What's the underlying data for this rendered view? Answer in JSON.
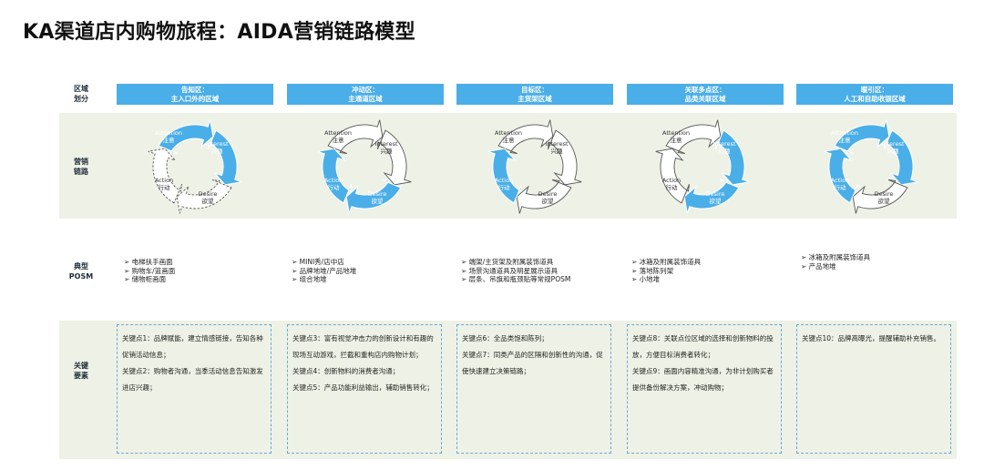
{
  "title": "KA渠道店内购物旅程：AIDA营销链路模型",
  "row_labels": {
    "zone": [
      "区域",
      "划分"
    ],
    "cycle": [
      "营销",
      "链路"
    ],
    "posm": [
      "典型",
      "POSM"
    ],
    "key": [
      "关键",
      "要素"
    ]
  },
  "colors": {
    "accent": "#4aaee8",
    "band": "#eef2e6",
    "border": "#6aa8d6"
  },
  "stages": {
    "attention": [
      "Attention",
      "注意"
    ],
    "interest": [
      "Interest",
      "兴趣"
    ],
    "desire": [
      "Desire",
      "欲望"
    ],
    "action": [
      "Action",
      "行动"
    ]
  },
  "columns": [
    {
      "zone": [
        "告知区：",
        "主入口外的区域"
      ],
      "active": {
        "attention": true,
        "interest": true,
        "desire": false,
        "action": false
      },
      "posm": [
        "电梯扶手画面",
        "购物车/篮画面",
        "储物柜画面"
      ],
      "key": [
        "关键点1：品牌赋能，建立情感链接，告知各种促销活动信息；",
        "关键点2：购物者沟通，当季活动信息告知激发进店兴趣；"
      ]
    },
    {
      "zone": [
        "冲动区：",
        "主通道区域"
      ],
      "active": {
        "attention": false,
        "interest": false,
        "desire": true,
        "action": true
      },
      "posm": [
        "MINI秀/店中店",
        "品牌地堆/产品地堆",
        "组合地堆"
      ],
      "key": [
        "关键点3：富有视觉冲击力的创新设计和有趣的现场互动游戏，拦截和重构店内购物计划；",
        "关键点4：创新物料的消费者沟通；",
        "关键点5：产品功能利益输出，辅助销售转化；"
      ]
    },
    {
      "zone": [
        "目标区：",
        "主货架区域"
      ],
      "active": {
        "attention": false,
        "interest": false,
        "desire": false,
        "action": true
      },
      "posm": [
        "端架/主货架及附属装饰道具",
        "场景沟通道具及明星展示道具",
        "层条、吊旗和瓶颈贴等常规POSM"
      ],
      "key": [
        "关键点6：全品类饱和陈列；",
        "关键点7：同类产品的区隔和创新性的沟通，促使快速建立决策链路；"
      ]
    },
    {
      "zone": [
        "关联多点区：",
        "品类关联区域"
      ],
      "active": {
        "attention": false,
        "interest": true,
        "desire": true,
        "action": false
      },
      "posm": [
        "冰箱及附属装饰道具",
        "落地陈列架",
        "小地堆"
      ],
      "key": [
        "关键点8：关联点位区域的选择和创新物料的投放，方便目标消费者转化；",
        "关键点9：画面内容精准沟通，为非计划购买者提供备份解决方案，冲动购物；"
      ]
    },
    {
      "zone": [
        "暖引区：",
        "人工和自助收银区域"
      ],
      "active": {
        "attention": true,
        "interest": true,
        "desire": false,
        "action": true
      },
      "posm": [
        "冰箱及附属装饰道具",
        "产品地堆"
      ],
      "key": [
        "关键点10：品牌高曝光，提醒辅助补充销售。"
      ]
    }
  ]
}
